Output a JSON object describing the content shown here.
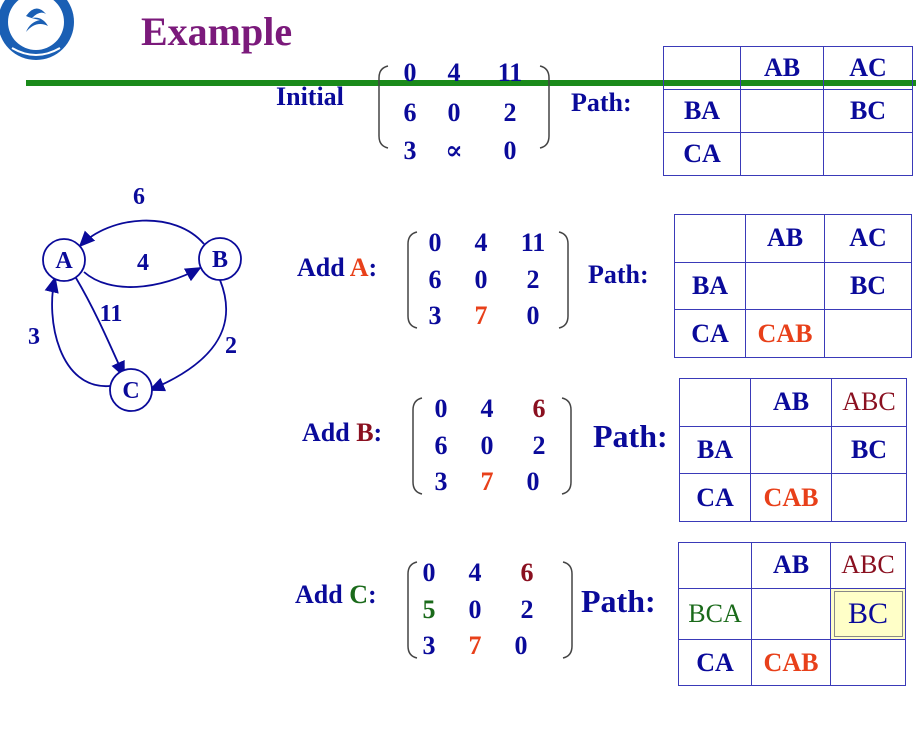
{
  "title": "Example",
  "graph": {
    "nodes": [
      "A",
      "B",
      "C"
    ],
    "edges": [
      {
        "from": "B",
        "to": "A",
        "weight": "6"
      },
      {
        "from": "A",
        "to": "B",
        "weight": "4"
      },
      {
        "from": "A",
        "to": "C",
        "weight": "11"
      },
      {
        "from": "C",
        "to": "A",
        "weight": "3"
      },
      {
        "from": "B",
        "to": "C",
        "weight": "2"
      }
    ]
  },
  "steps": [
    {
      "label_prefix": "Initial",
      "label_node": "",
      "label_suffix": "",
      "matrix": [
        [
          "0",
          "4",
          "11"
        ],
        [
          "6",
          "0",
          "2"
        ],
        [
          "3",
          "∝",
          "0"
        ]
      ],
      "path_label": "Path:",
      "path_table": [
        [
          "",
          "AB",
          "AC"
        ],
        [
          "BA",
          "",
          "BC"
        ],
        [
          "CA",
          "",
          ""
        ]
      ]
    },
    {
      "label_prefix": "Add ",
      "label_node": "A",
      "label_suffix": ":",
      "matrix": [
        [
          "0",
          "4",
          "11"
        ],
        [
          "6",
          "0",
          "2"
        ],
        [
          "3",
          "7",
          "0"
        ]
      ],
      "path_label": "Path:",
      "path_table": [
        [
          "",
          "AB",
          "AC"
        ],
        [
          "BA",
          "",
          "BC"
        ],
        [
          "CA",
          "CAB",
          ""
        ]
      ]
    },
    {
      "label_prefix": "Add ",
      "label_node": "B",
      "label_suffix": ":",
      "matrix": [
        [
          "0",
          "4",
          "6"
        ],
        [
          "6",
          "0",
          "2"
        ],
        [
          "3",
          "7",
          "0"
        ]
      ],
      "path_label": "Path:",
      "path_table": [
        [
          "",
          "AB",
          "ABC"
        ],
        [
          "BA",
          "",
          "BC"
        ],
        [
          "CA",
          "CAB",
          ""
        ]
      ]
    },
    {
      "label_prefix": "Add ",
      "label_node": "C",
      "label_suffix": ":",
      "matrix": [
        [
          "0",
          "4",
          "6"
        ],
        [
          "5",
          "0",
          "2"
        ],
        [
          "3",
          "7",
          "0"
        ]
      ],
      "path_label": "Path:",
      "path_table": [
        [
          "",
          "AB",
          "ABC"
        ],
        [
          "BCA",
          "",
          "BC"
        ],
        [
          "CA",
          "CAB",
          ""
        ]
      ]
    }
  ],
  "colors": {
    "title": "#7b1a7b",
    "text": "#0a0a9a",
    "highlight_red": "#e8401a",
    "highlight_dark": "#8a1020",
    "highlight_green": "#1a6a1a",
    "divider": "#1a8a1a",
    "cell_highlight": "#ffffc8"
  }
}
